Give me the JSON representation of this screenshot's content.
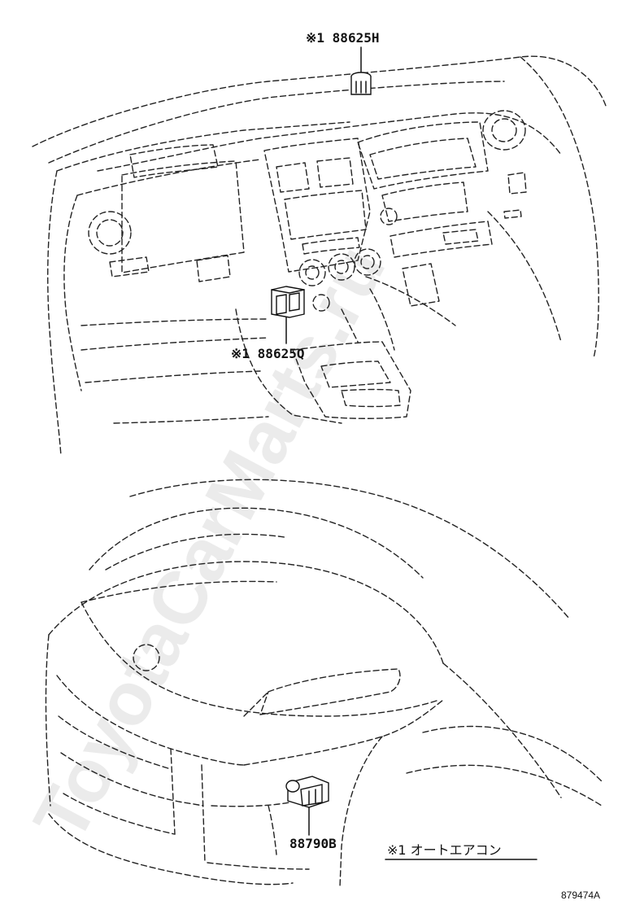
{
  "callouts": {
    "top_sensor": "※1 88625H",
    "center_sensor": "※1 88625Q",
    "front_sensor": "88790B"
  },
  "legend": {
    "note": "※1 オートエアコン"
  },
  "figure_id": "879474A",
  "watermark": "ToyotaCarMarts.ru",
  "icons": {
    "sensor_top": "sensor-icon",
    "sensor_center": "switch-block-icon",
    "sensor_front": "ambient-sensor-icon"
  }
}
